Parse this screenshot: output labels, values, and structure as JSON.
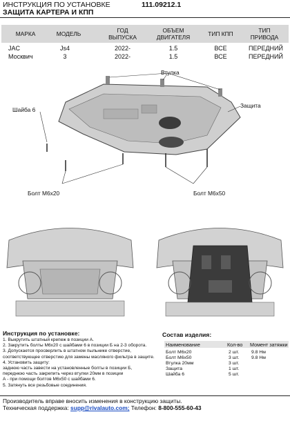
{
  "header": {
    "line1": "ИНСТРУКЦИЯ ПО УСТАНОВКЕ",
    "line2": "ЗАЩИТА КАРТЕРА И КПП",
    "doc_number": "111.09212.1"
  },
  "vehicle_table": {
    "columns": [
      "МАРКА",
      "МОДЕЛЬ",
      "ГОД\nВЫПУСКА",
      "ОБЪЕМ\nДВИГАТЕЛЯ",
      "ТИП КПП",
      "ТИП\nПРИВОДА"
    ],
    "rows": [
      [
        "JAC",
        "Js4",
        "2022-",
        "1.5",
        "ВСЕ",
        "ПЕРЕДНИЙ"
      ],
      [
        "Москвич",
        "3",
        "2022-",
        "1.5",
        "ВСЕ",
        "ПЕРЕДНИЙ"
      ]
    ]
  },
  "diagram_labels": {
    "bushing": "Втулка",
    "washer": "Шайба 6",
    "guard": "Защита",
    "bolt_m6x20": "Болт М6х20",
    "bolt_m6x50": "Болт М6х50"
  },
  "instructions": {
    "title": "Инструкция по установке:",
    "steps": [
      "1. Выкрутить штатный крепеж в позиции А.",
      "2. Закрутить болты М6х20 с шайбами 6 в позиции Б на 2-3 оборота.",
      "3. Допускается просверлить в штатном пыльнике отверстие,",
      "соответствующее отверстию для замены масляного фильтра в защите.",
      "4. Установить защиту:",
      "заднюю часть завести на установленные болты в позиции Б,",
      "переднюю часть закрепить через втулки 20мм в позиции",
      "А - при помощи болтов М6х50 с шайбами 6.",
      "5. Затянуть все резьбовые соединения."
    ]
  },
  "components": {
    "title": "Состав изделия:",
    "columns": [
      "Наименование",
      "Кол-во",
      "Момент затяжки"
    ],
    "rows": [
      [
        "Болт М6х20",
        "2 шт.",
        "9.8 Нм"
      ],
      [
        "Болт М6х50",
        "3 шт.",
        "9.8 Нм"
      ],
      [
        "Втулка 20мм",
        "3 шт.",
        ""
      ],
      [
        "Защита",
        "1 шт.",
        ""
      ],
      [
        "Шайба 6",
        "5 шт.",
        ""
      ]
    ]
  },
  "footer": {
    "line1": "Производитель вправе вносить изменения в конструкцию защиты.",
    "support_label": "Техническая поддержка:",
    "email": "supp@rivalauto.com;",
    "phone_label": "Телефон:",
    "phone": "8-800-555-60-43"
  },
  "colors": {
    "header_bg": "#d8d8d8",
    "guard_fill": "#c9c9c9",
    "guard_dark": "#3b3b3b",
    "email": "#1a4cc2"
  }
}
